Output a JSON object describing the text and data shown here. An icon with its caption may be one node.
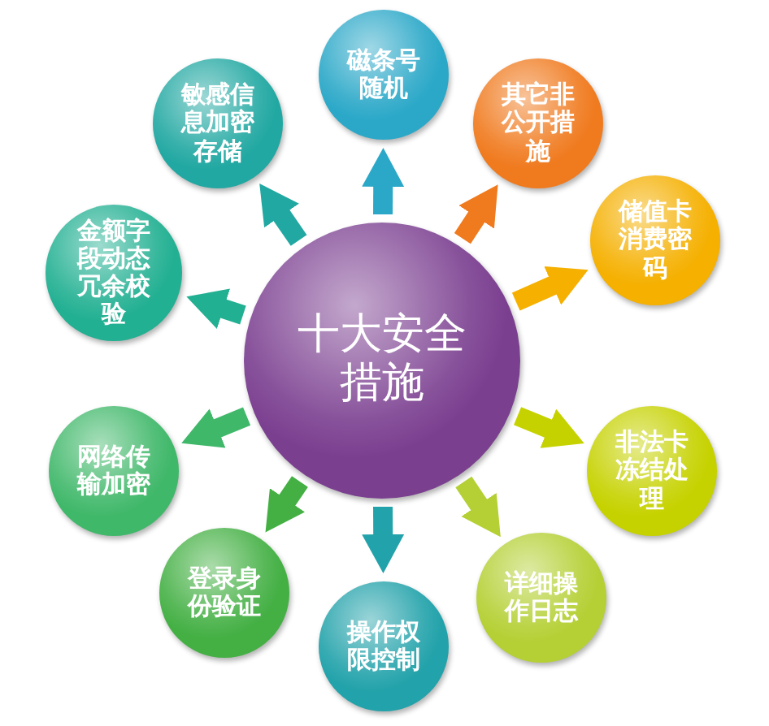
{
  "diagram": {
    "nodes": [
      {
        "text": [
          "十大安全措施"
        ]
      },
      {
        "text": [
          "磁条号随机"
        ]
      },
      {
        "text": [
          "其它非公开措施"
        ]
      },
      {
        "text": [
          "储值卡消费密码"
        ]
      },
      {
        "text": [
          "非法卡冻结处理"
        ]
      },
      {
        "text": [
          "详细操作日志"
        ]
      },
      {
        "text": [
          "操作权限控制"
        ]
      },
      {
        "text": [
          "登录身份验证"
        ]
      },
      {
        "text": [
          "网络传输加密"
        ]
      },
      {
        "text": [
          "金额字段动态冗余校验"
        ]
      },
      {
        "text": [
          "敏感信息加密存储"
        ]
      }
    ],
    "edges": [
      {
        "from": 0,
        "to": 1,
        "arrow": "to",
        "color": "#2ba8c8"
      },
      {
        "from": 0,
        "to": 2,
        "arrow": "to",
        "color": "#f07a1e"
      },
      {
        "from": 0,
        "to": 3,
        "arrow": "to",
        "color": "#f5b000"
      },
      {
        "from": 0,
        "to": 4,
        "arrow": "to",
        "color": "#c6d200"
      },
      {
        "from": 0,
        "to": 5,
        "arrow": "to",
        "color": "#b4d034"
      },
      {
        "from": 0,
        "to": 6,
        "arrow": "to",
        "color": "#22a2aa"
      },
      {
        "from": 0,
        "to": 7,
        "arrow": "to",
        "color": "#44b044"
      },
      {
        "from": 0,
        "to": 8,
        "arrow": "to",
        "color": "#40b86a"
      },
      {
        "from": 0,
        "to": 9,
        "arrow": "to",
        "color": "#22b092"
      },
      {
        "from": 0,
        "to": 10,
        "arrow": "to",
        "color": "#22a8a2"
      }
    ]
  }
}
